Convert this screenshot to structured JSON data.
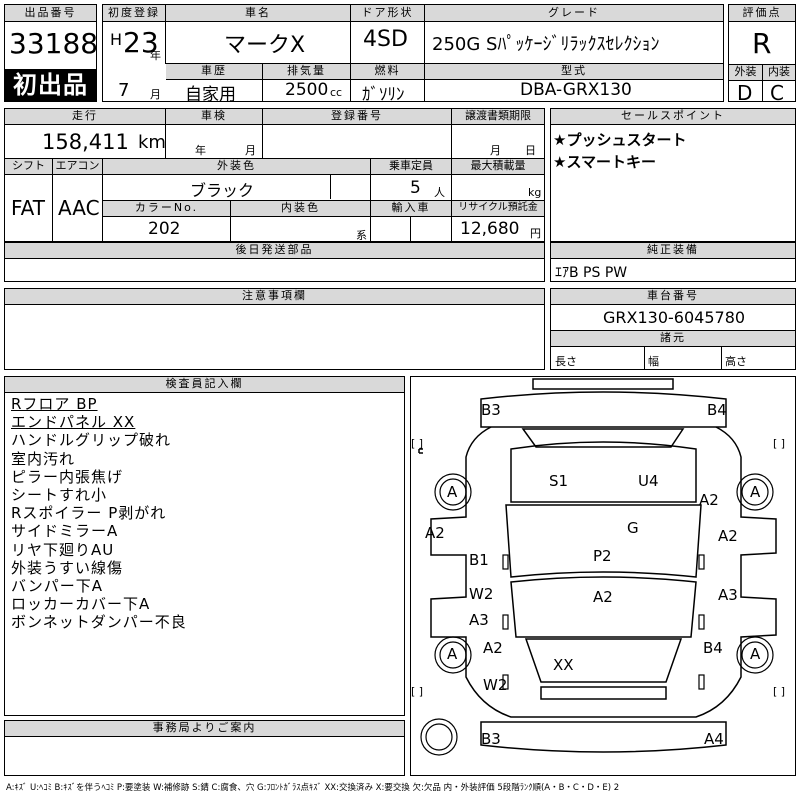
{
  "header": {
    "lot_label": "出品番号",
    "lot_number": "33188",
    "first_listing": "初出品",
    "reg_label": "初度登録",
    "era": "H",
    "year": "23",
    "year_unit": "年",
    "month": "7",
    "month_unit": "月",
    "name_label": "車名",
    "name": "マークX",
    "door_label": "ドア形状",
    "door": "4SD",
    "grade_label": "グレード",
    "grade": "250G Sﾊﾟｯｹｰｼﾞﾘﾗｯｸｽｾﾚｸｼｮﾝ",
    "score_label": "評価点",
    "score": "R",
    "history_label": "車歴",
    "history": "自家用",
    "disp_label": "排気量",
    "disp": "2500",
    "disp_unit": "cc",
    "fuel_label": "燃料",
    "fuel": "ｶﾞｿﾘﾝ",
    "model_label": "型式",
    "model": "DBA-GRX130",
    "ext_label": "外装",
    "ext": "D",
    "int_label": "内装",
    "int": "C"
  },
  "row2": {
    "mileage_label": "走行",
    "mileage": "158,411",
    "mileage_unit": "km",
    "inspection_label": "車検",
    "insp_year": "年",
    "insp_month": "月",
    "regno_label": "登録番号",
    "transfer_label": "譲渡書類期限",
    "tr_month": "月",
    "tr_day": "日",
    "sales_label": "セールスポイント",
    "sales_points": [
      "★プッシュスタート",
      "★スマートキー"
    ],
    "shift_label": "シフト",
    "shift": "FAT",
    "ac_label": "エアコン",
    "ac": "AAC",
    "color_label": "外装色",
    "color": "ブラック",
    "capacity_label": "乗車定員",
    "capacity": "5",
    "capacity_unit": "人",
    "load_label": "最大積載量",
    "load_unit": "kg",
    "colorno_label": "カラーNo.",
    "colorno": "202",
    "intcolor_label": "内装色",
    "intcolor_unit": "系",
    "import_label": "輸入車",
    "recycle_label": "リサイクル預託金",
    "recycle": "12,680",
    "recycle_unit": "円",
    "later_label": "後日発送部品",
    "equip_label": "純正装備",
    "equip": "ｴｱB PS PW"
  },
  "notes_label": "注意事項欄",
  "chassis_label": "車台番号",
  "chassis": "GRX130-6045780",
  "dims_label": "諸元",
  "len_label": "長さ",
  "width_label": "幅",
  "height_label": "高さ",
  "inspector_label": "検査員記入欄",
  "inspector_notes": [
    "Rフロア BP",
    "エンドパネル XX",
    "ハンドルグリップ破れ",
    "室内汚れ",
    "ピラー内張焦げ",
    "シートすれ小",
    "Rスポイラー P剥がれ",
    "サイドミラーA",
    "リヤ下廻りAU",
    "外装うすい線傷",
    "バンパー下A",
    "ロッカーカバー下A",
    "ボンネットダンパー不良"
  ],
  "office_label": "事務局よりご案内",
  "diagram_labels": [
    "B3",
    "B4",
    "S1",
    "U4",
    "A",
    "A2",
    "A",
    "G",
    "A2",
    "A2",
    "B1",
    "P2",
    "W2",
    "A2",
    "A3",
    "A3",
    "A",
    "A2",
    "B4",
    "A",
    "XX",
    "W2",
    "B3",
    "A4"
  ],
  "bracket": "[ ]",
  "legend": "A:ｷｽﾞ U:ﾍｺﾐ B:ｷｽﾞを伴うﾍｺﾐ P:要塗装 W:補修跡 S:錆 C:腐食、穴 G:ﾌﾛﾝﾄｶﾞﾗｽ点ｷｽﾞ XX:交換済み X:要交換 欠:欠品 内・外装評価 5段階ﾗﾝｸ順(A・B・C・D・E) 2"
}
